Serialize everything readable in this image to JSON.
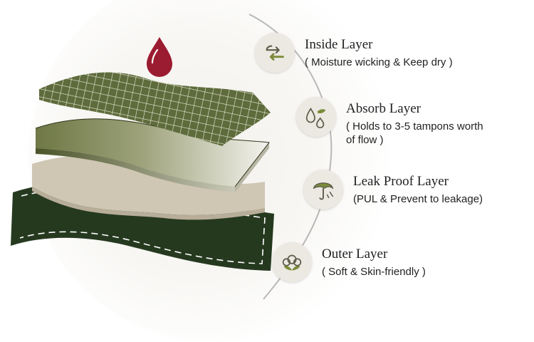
{
  "features": [
    {
      "title": "Inside Layer",
      "desc": "( Moisture wicking & Keep dry )",
      "icon": "recycle-arrows-icon"
    },
    {
      "title": "Absorb Layer",
      "desc": "( Holds to 3-5 tampons worth\n  of flow )",
      "icon": "water-drops-icon"
    },
    {
      "title": "Leak Proof Layer",
      "desc": "(PUL & Prevent to leakage)",
      "icon": "umbrella-icon"
    },
    {
      "title": "Outer Layer",
      "desc": "( Soft & Skin-friendly )",
      "icon": "cotton-flower-icon"
    }
  ],
  "colors": {
    "olive": "#5e6b3c",
    "olive_dark": "#3d4a25",
    "beige": "#cfc6b3",
    "forest": "#25391f",
    "drop_red": "#9b1b30",
    "icon_stroke": "#5c5c4a"
  }
}
